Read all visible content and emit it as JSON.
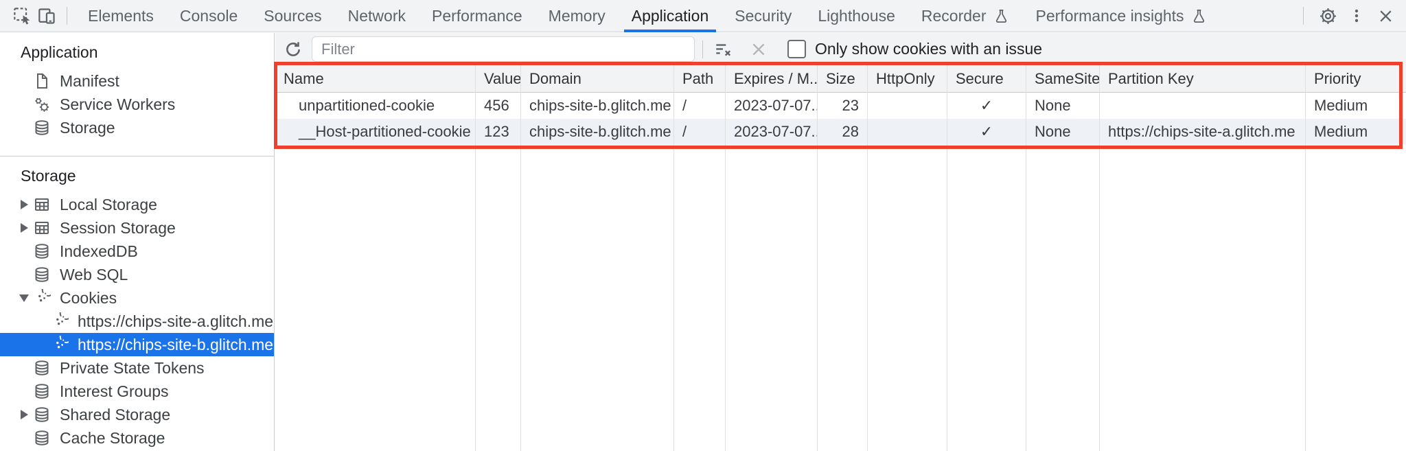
{
  "tabbar": {
    "tabs": [
      {
        "label": "Elements"
      },
      {
        "label": "Console"
      },
      {
        "label": "Sources"
      },
      {
        "label": "Network"
      },
      {
        "label": "Performance"
      },
      {
        "label": "Memory"
      },
      {
        "label": "Application",
        "active": true
      },
      {
        "label": "Security"
      },
      {
        "label": "Lighthouse"
      },
      {
        "label": "Recorder",
        "experiment_icon": "flask-icon"
      },
      {
        "label": "Performance insights",
        "experiment_icon": "flask-icon"
      }
    ]
  },
  "toolbar": {
    "filter_placeholder": "Filter",
    "checkbox_checked": false,
    "checkbox_label": "Only show cookies with an issue"
  },
  "sidebar": {
    "sections": [
      {
        "title": "Application",
        "items": [
          {
            "label": "Manifest",
            "icon": "manifest-icon"
          },
          {
            "label": "Service Workers",
            "icon": "service-workers-icon"
          },
          {
            "label": "Storage",
            "icon": "database-icon"
          }
        ]
      },
      {
        "title": "Storage",
        "items": [
          {
            "label": "Local Storage",
            "icon": "table-icon",
            "expand": "collapsed"
          },
          {
            "label": "Session Storage",
            "icon": "table-icon",
            "expand": "collapsed"
          },
          {
            "label": "IndexedDB",
            "icon": "database-icon"
          },
          {
            "label": "Web SQL",
            "icon": "database-icon"
          },
          {
            "label": "Cookies",
            "icon": "cookie-icon",
            "expand": "expanded"
          },
          {
            "label": "https://chips-site-a.glitch.me",
            "icon": "cookie-icon",
            "sub": true
          },
          {
            "label": "https://chips-site-b.glitch.me",
            "icon": "cookie-icon",
            "sub": true,
            "selected": true
          },
          {
            "label": "Private State Tokens",
            "icon": "database-icon"
          },
          {
            "label": "Interest Groups",
            "icon": "database-icon"
          },
          {
            "label": "Shared Storage",
            "icon": "database-icon",
            "expand": "collapsed"
          },
          {
            "label": "Cache Storage",
            "icon": "database-icon"
          }
        ]
      }
    ]
  },
  "table": {
    "headers": [
      "Name",
      "Value",
      "Domain",
      "Path",
      "Expires / M...",
      "Size",
      "HttpOnly",
      "Secure",
      "SameSite",
      "Partition Key",
      "Priority"
    ],
    "rows": [
      [
        "unpartitioned-cookie",
        "456",
        "chips-site-b.glitch.me",
        "/",
        "2023-07-07...",
        "23",
        "",
        "✓",
        "None",
        "",
        "Medium"
      ],
      [
        "__Host-partitioned-cookie",
        "123",
        "chips-site-b.glitch.me",
        "/",
        "2023-07-07...",
        "28",
        "",
        "✓",
        "None",
        "https://chips-site-a.glitch.me",
        "Medium"
      ]
    ]
  },
  "colors": {
    "accent": "#1a73e8",
    "highlight_red": "#ee402d",
    "selected_item_bg": "#1a73e8",
    "toolbar_bg": "#f1f3f4",
    "stripe_row_bg": "#eef1f6"
  }
}
